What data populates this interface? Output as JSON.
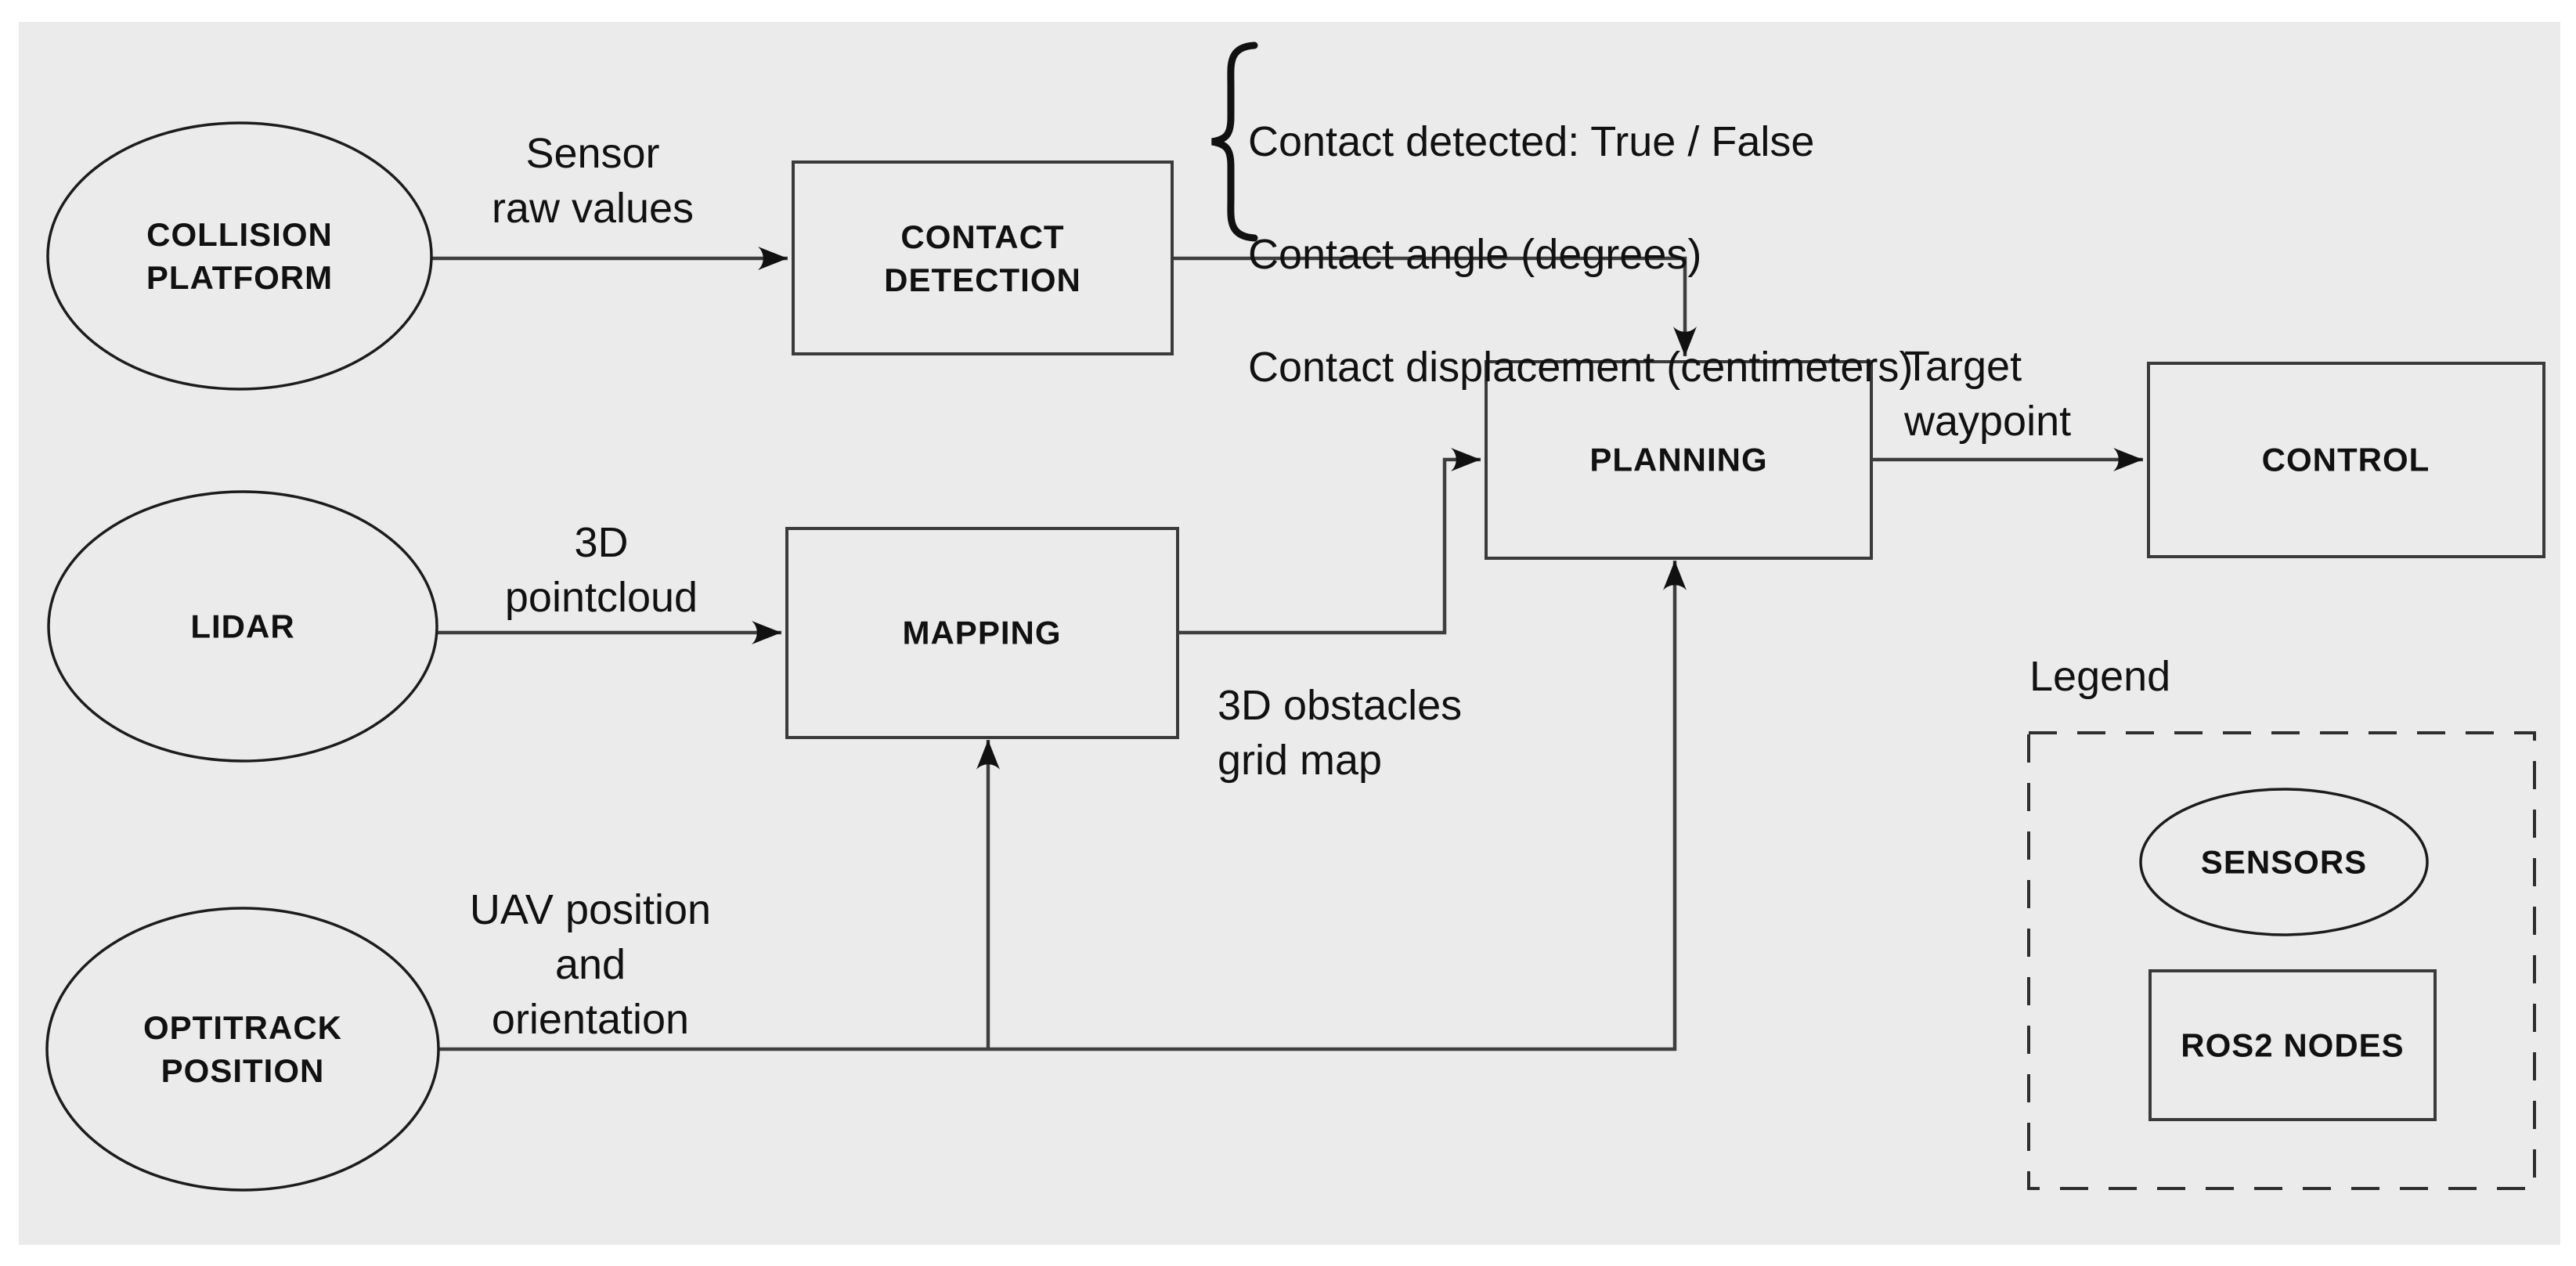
{
  "title": "UAV ROS2 architecture diagram",
  "colors": {
    "page_bg": "#ffffff",
    "canvas_bg": "#ebebeb",
    "edge_line": "#3e3e3e",
    "box_stroke": "#3a3a3a",
    "ellipse_stroke": "#1c1c1c",
    "text": "#111111"
  },
  "nodes": {
    "collision_platform": {
      "label": "COLLISION\nPLATFORM",
      "kind": "sensor"
    },
    "lidar": {
      "label": "LIDAR",
      "kind": "sensor"
    },
    "optitrack": {
      "label": "OPTITRACK\nPOSITION",
      "kind": "sensor"
    },
    "contact_detection": {
      "label": "CONTACT\nDETECTION",
      "kind": "ros2-node"
    },
    "mapping": {
      "label": "MAPPING",
      "kind": "ros2-node"
    },
    "planning": {
      "label": "PLANNING",
      "kind": "ros2-node"
    },
    "control": {
      "label": "CONTROL",
      "kind": "ros2-node"
    }
  },
  "edge_labels": {
    "sensor_raw_values": "Sensor\nraw values",
    "pointcloud": "3D\npointcloud",
    "uav_pose": "UAV position\nand\norientation",
    "obstacles_grid": "3D obstacles\ngrid map",
    "target_waypoint": "Target\nwaypoint"
  },
  "contact_outputs": [
    "Contact detected: True / False",
    "Contact angle (degrees)",
    "Contact displacement (centimeters)"
  ],
  "legend": {
    "title": "Legend",
    "sensors_label": "SENSORS",
    "ros2_nodes_label": "ROS2 NODES"
  }
}
